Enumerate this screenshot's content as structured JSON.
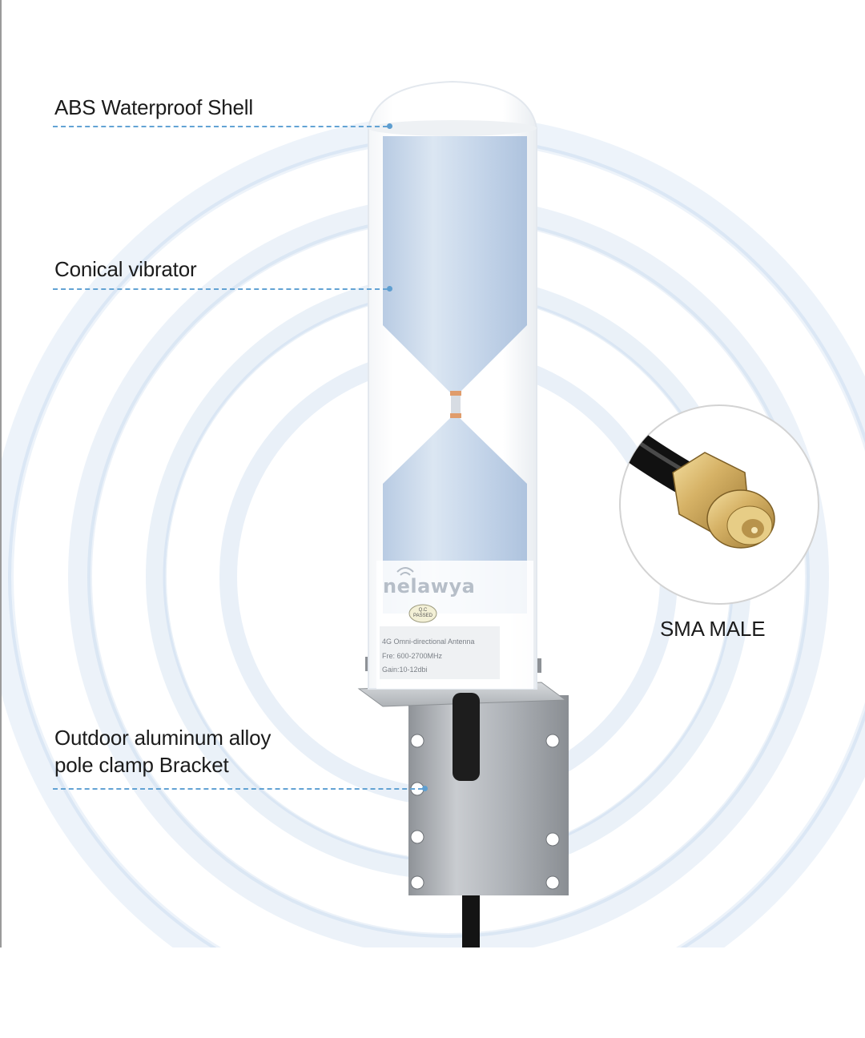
{
  "callouts": {
    "shell": {
      "label": "ABS Waterproof Shell"
    },
    "vibrator": {
      "label": "Conical vibrator"
    },
    "bracket": {
      "label": "Outdoor aluminum alloy\npole clamp Bracket"
    }
  },
  "connector": {
    "label": "SMA MALE"
  },
  "product": {
    "brand": "nelawya",
    "qc_badge": "Q.C PASSED",
    "spec_line_1": "4G Omni-directional Antenna",
    "spec_line_2": "Fre: 600-2700MHz",
    "spec_line_3": "Gain:10-12dbi"
  },
  "colors": {
    "callout_line": "#63a3d4",
    "background_waves": "#d9e7f4",
    "vibrator": "#c4d5ea"
  }
}
